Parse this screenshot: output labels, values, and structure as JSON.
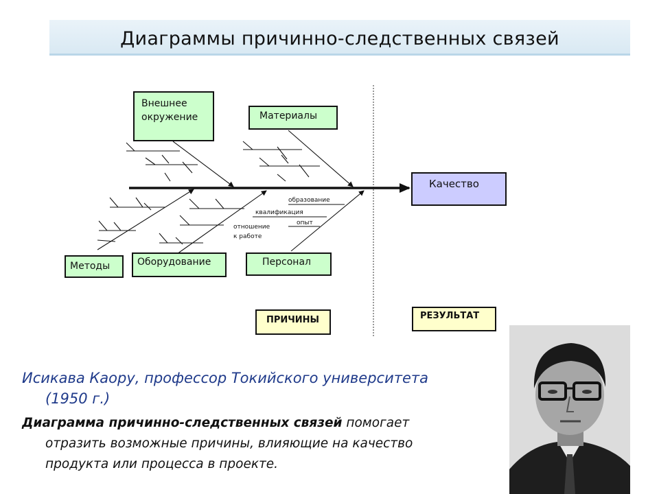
{
  "title": "Диаграммы причинно-следственных связей",
  "diagram": {
    "effect": "Качество",
    "causes": {
      "environment": [
        "Внешнее",
        "окружение"
      ],
      "materials": "Материалы",
      "methods": "Методы",
      "equipment": "Оборудование",
      "personnel": "Персонал"
    },
    "sub_causes": {
      "education": "образование",
      "qualification": "квалификация",
      "attitude": [
        "отношение",
        "к работе"
      ],
      "experience": "опыт"
    },
    "legend": {
      "causes": "ПРИЧИНЫ",
      "result": "РЕЗУЛЬТАТ"
    }
  },
  "text": {
    "author_line1": "Исикава Каору, профессор Токийского университета",
    "author_line2": "(1950 г.)",
    "descr_bold": "Диаграмма причинно-следственных связей",
    "descr_rest1": " помогает",
    "descr_line2": "отразить возможные причины, влияющие на качество",
    "descr_line3": "продукта или процесса в проекте."
  },
  "colors": {
    "cause_box": "#ccffcc",
    "effect_box": "#ccccff",
    "legend_box": "#ffffcc",
    "author_text": "#1f3a8a"
  }
}
